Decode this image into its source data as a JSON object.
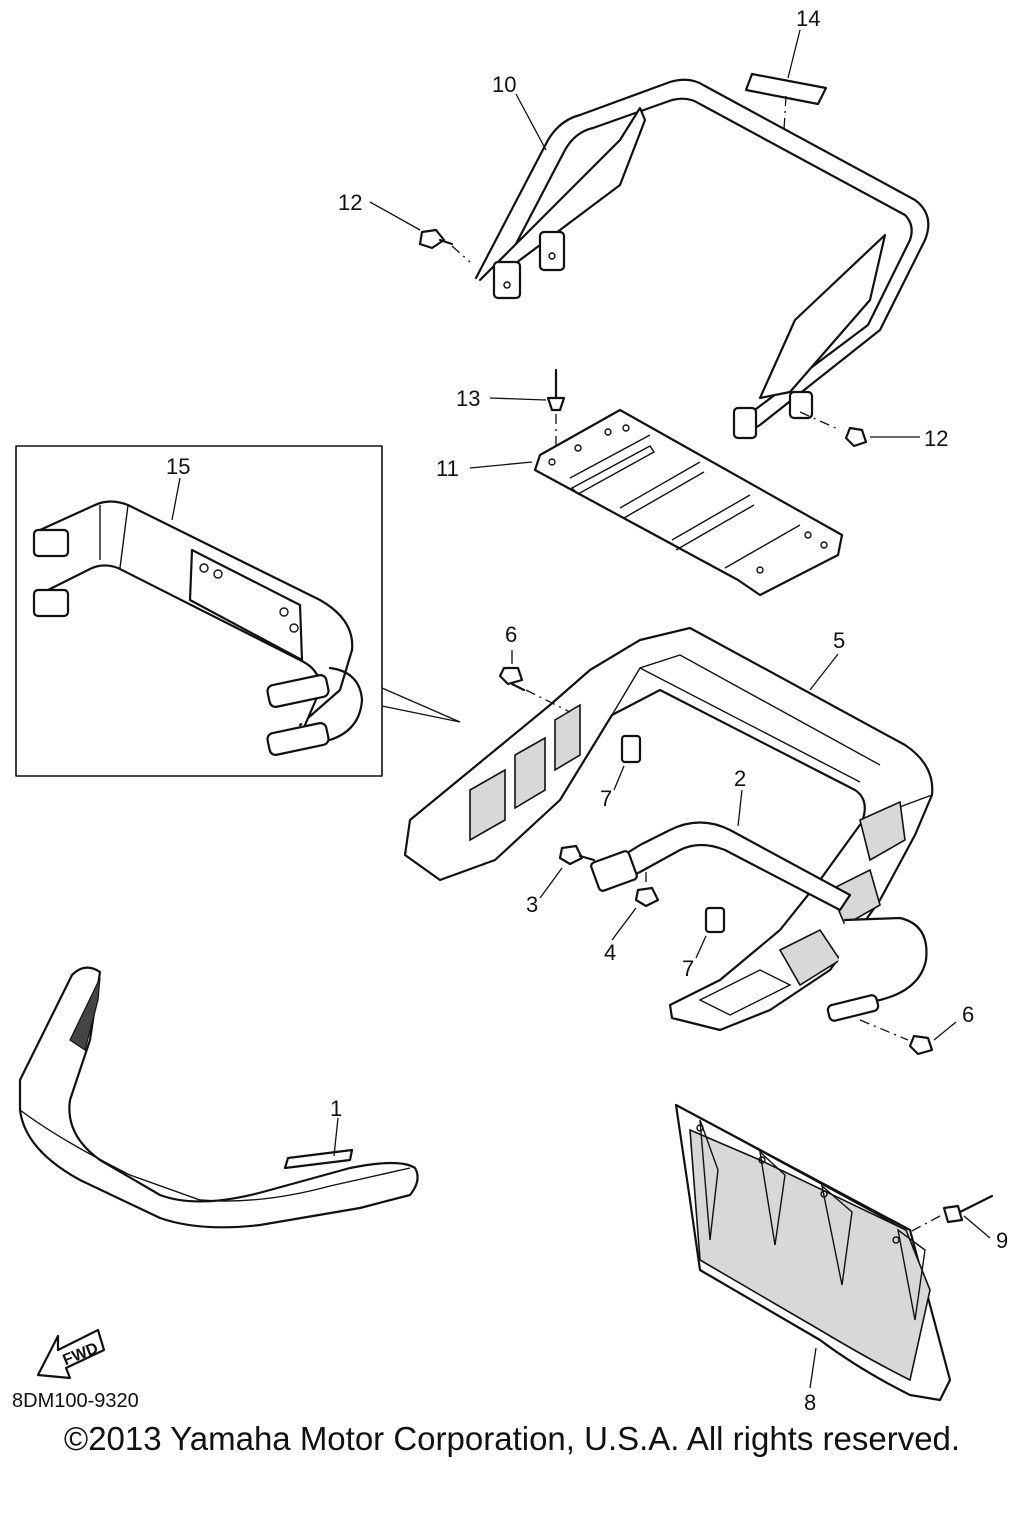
{
  "diagram_code": "8DM100-9320",
  "copyright": "©2013 Yamaha Motor Corporation, U.S.A. All rights reserved.",
  "fwd_label": "FWD",
  "callouts": {
    "c1": "1",
    "c2": "2",
    "c3": "3",
    "c4": "4",
    "c5": "5",
    "c6a": "6",
    "c6b": "6",
    "c7a": "7",
    "c7b": "7",
    "c8": "8",
    "c9": "9",
    "c10": "10",
    "c11": "11",
    "c12a": "12",
    "c12b": "12",
    "c13": "13",
    "c14": "14",
    "c15": "15"
  }
}
